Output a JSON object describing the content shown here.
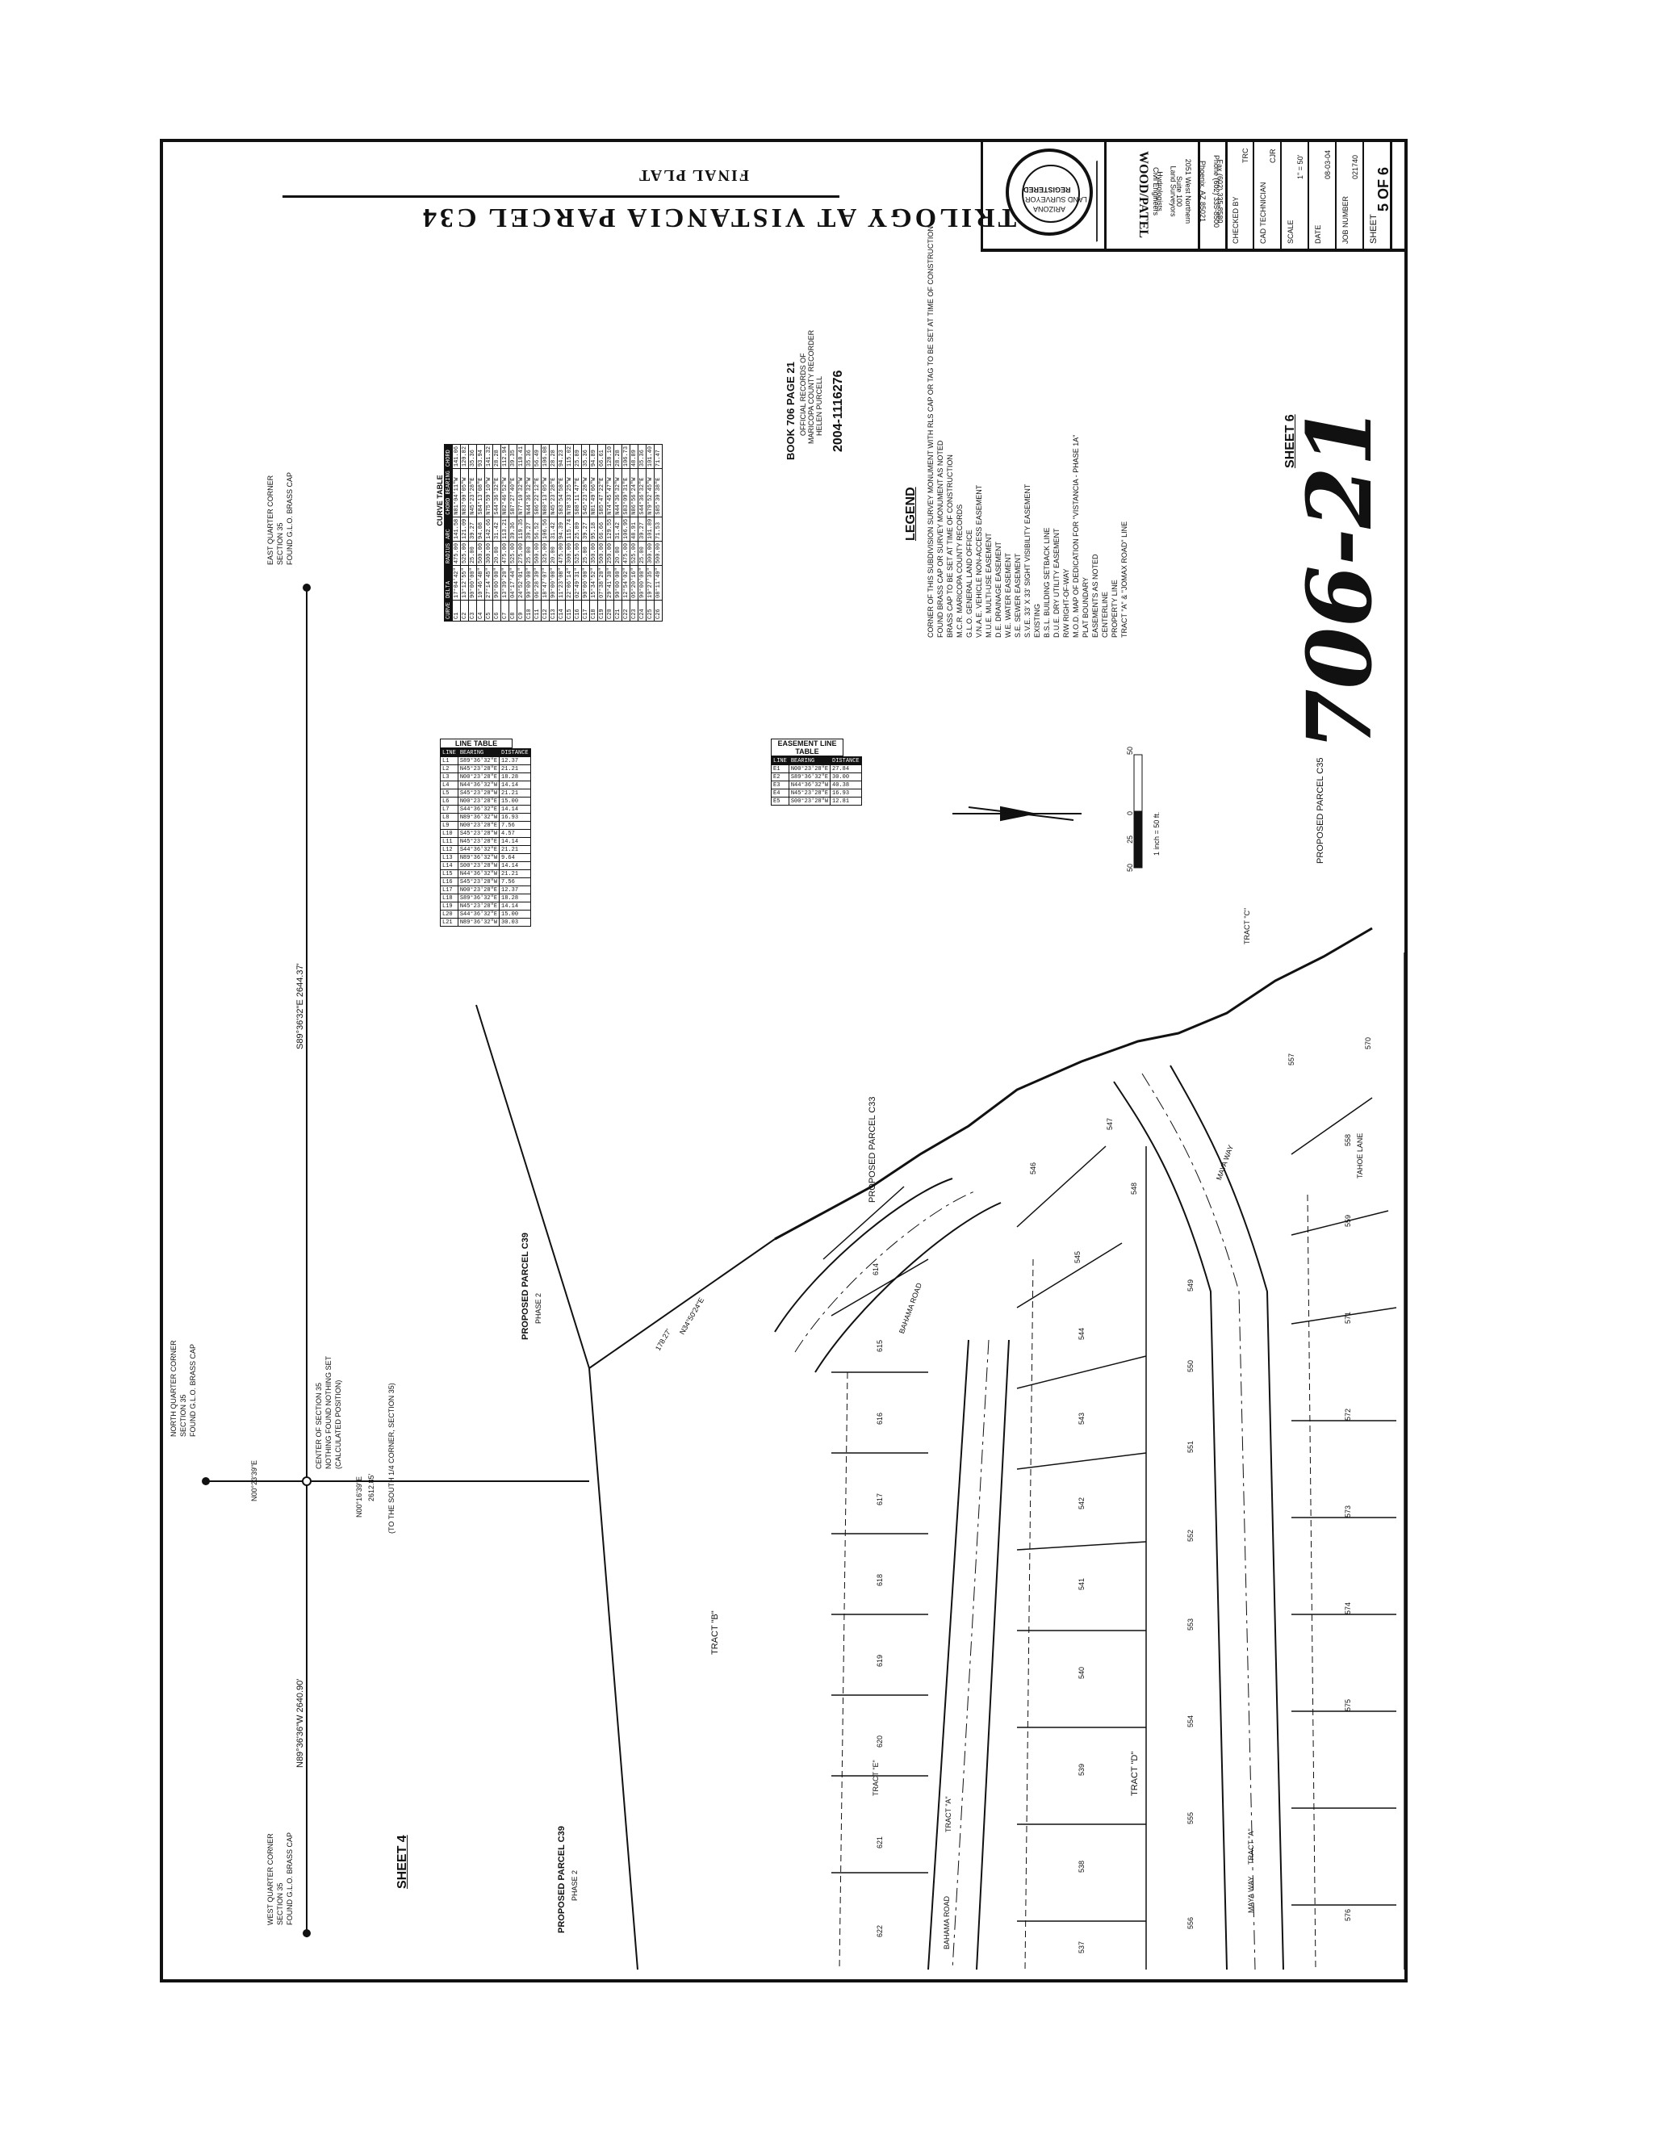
{
  "plat": {
    "title": "TRILOGY AT VISTANCIA PARCEL C34",
    "subtitle": "FINAL PLAT",
    "handwritten": "706-21"
  },
  "recording": {
    "book_page": "BOOK 706   PAGE 21",
    "records_line1": "OFFICIAL RECORDS OF",
    "records_line2": "MARICOPA COUNTY RECORDER",
    "records_line3": "HELEN PURCELL",
    "doc_number": "2004-1116276"
  },
  "title_block": {
    "firm": "WOOD/PATEL",
    "firm_lines": [
      "Civil Engineers",
      "Hydrologists",
      "Land Surveyors",
      "2051 West Northern",
      "Suite 100",
      "Phoenix, AZ 85021",
      "Phone (602) 335-8500",
      "Fax (602) 335-8580"
    ],
    "fields": [
      {
        "label": "CHECKED BY",
        "value": "TRC"
      },
      {
        "label": "CAD TECHNICIAN",
        "value": "CJR"
      },
      {
        "label": "SCALE",
        "value": "1\" = 50'"
      },
      {
        "label": "DATE",
        "value": "08-03-04"
      },
      {
        "label": "JOB NUMBER",
        "value": "021740"
      },
      {
        "label": "SHEET",
        "value": "5  OF  6"
      }
    ],
    "seal": [
      "REGISTERED",
      "LAND SURVEYOR",
      "ARIZONA"
    ]
  },
  "legend": {
    "heading": "LEGEND",
    "items": [
      "CORNER OF THIS SUBDIVISION SURVEY MONUMENT WITH RLS CAP OR TAG TO BE SET AT TIME OF CONSTRUCTION",
      "FOUND BRASS CAP OR SURVEY MONUMENT AS NOTED",
      "BRASS CAP TO BE SET AT TIME OF CONSTRUCTION",
      "M.C.R.   MARICOPA COUNTY RECORDS",
      "G.L.O.   GENERAL LAND OFFICE",
      "V.N.A.E.   VEHICLE NON-ACCESS EASEMENT",
      "M.U.E.   MULTI-USE EASEMENT",
      "D.E.   DRAINAGE EASEMENT",
      "W.E.   WATER EASEMENT",
      "S.E.   SEWER EASEMENT",
      "S.V.E.   33' X 33' SIGHT VISIBILITY EASEMENT",
      "EXISTING",
      "B.S.L.   BUILDING SETBACK LINE",
      "D.U.E.   DRY UTILITY EASEMENT",
      "R/W   RIGHT-OF-WAY",
      "M.O.D.   MAP OF DEDICATION FOR \"VISTANCIA - PHASE 1A\"",
      "PLAT BOUNDARY",
      "EASEMENTS AS NOTED",
      "CENTERLINE",
      "PROPERTY LINE",
      "TRACT \"A\" & \"JOMAX ROAD\" LINE"
    ]
  },
  "scale_bar": {
    "ticks": [
      "50",
      "0",
      "25",
      "50"
    ],
    "caption": "1 inch = 50 ft."
  },
  "sheet_refs": {
    "right": "SHEET 6",
    "left": "SHEET 4"
  },
  "corners": {
    "east": [
      "EAST QUARTER CORNER",
      "SECTION 35",
      "FOUND G.L.O. BRASS CAP"
    ],
    "north": [
      "NORTH QUARTER CORNER",
      "SECTION 35",
      "FOUND G.L.O. BRASS CAP"
    ],
    "center": [
      "CENTER OF SECTION 35",
      "NOTHING FOUND NOTHING SET",
      "(CALCULATED POSITION)"
    ],
    "west": [
      "WEST QUARTER CORNER",
      "SECTION 35",
      "FOUND G.L.O. BRASS CAP"
    ]
  },
  "boundary_labels": {
    "east_line": "S89°36'32\"E  2644.37'",
    "west_line": "N89°36'36\"W  2640.90'",
    "north_tie": "N00°23'39\"E",
    "south_tie": "N00°16'39\"E",
    "south_tie_dist": "2612.85'",
    "to_south": "(TO THE SOUTH 1/4 CORNER, SECTION 35)",
    "diag_bearing": "N34°50'24\"E",
    "diag_dist": "178.27'"
  },
  "parcels": {
    "c33": "PROPOSED PARCEL C33",
    "c39a": "PROPOSED PARCEL C39",
    "c39a_phase": "PHASE 2",
    "c39b": "PROPOSED PARCEL C39",
    "c39b_phase": "PHASE 2",
    "c35": "PROPOSED PARCEL C35"
  },
  "tracts": [
    "TRACT \"B\"",
    "TRACT \"A\"",
    "TRACT \"E\"",
    "TRACT \"D\"",
    "TRACT \"C\"",
    "TRACT \"A\""
  ],
  "streets": [
    "BAHAMA ROAD",
    "MAYA WAY",
    "TAHOE LANE"
  ],
  "lots": [
    "614",
    "615",
    "616",
    "617",
    "618",
    "619",
    "620",
    "621",
    "622",
    "545",
    "544",
    "543",
    "542",
    "541",
    "540",
    "539",
    "538",
    "537",
    "546",
    "547",
    "548",
    "549",
    "550",
    "551",
    "552",
    "553",
    "554",
    "555",
    "556",
    "557",
    "558",
    "559",
    "570",
    "571",
    "572",
    "573",
    "574",
    "575",
    "576"
  ],
  "line_table": {
    "heading": "LINE TABLE",
    "cols": [
      "LINE",
      "BEARING",
      "DISTANCE"
    ],
    "rows": [
      [
        "L1",
        "S89°36'32\"E",
        "12.37"
      ],
      [
        "L2",
        "N45°23'28\"E",
        "21.21"
      ],
      [
        "L3",
        "N00°23'28\"E",
        "18.28"
      ],
      [
        "L4",
        "N44°36'32\"W",
        "14.14"
      ],
      [
        "L5",
        "S45°23'28\"W",
        "21.21"
      ],
      [
        "L6",
        "N00°23'28\"E",
        "15.00"
      ],
      [
        "L7",
        "S44°36'32\"E",
        "14.14"
      ],
      [
        "L8",
        "N89°36'32\"W",
        "16.93"
      ],
      [
        "L9",
        "N00°23'28\"E",
        "7.56"
      ],
      [
        "L10",
        "S45°23'28\"W",
        "4.57"
      ],
      [
        "L11",
        "N45°23'28\"E",
        "14.14"
      ],
      [
        "L12",
        "S44°36'32\"E",
        "21.21"
      ],
      [
        "L13",
        "N89°36'32\"W",
        "9.64"
      ],
      [
        "L14",
        "S00°23'28\"W",
        "14.14"
      ],
      [
        "L15",
        "N44°36'32\"W",
        "21.21"
      ],
      [
        "L16",
        "S45°23'28\"W",
        "7.56"
      ],
      [
        "L17",
        "N00°23'28\"E",
        "12.37"
      ],
      [
        "L18",
        "S89°36'32\"E",
        "18.28"
      ],
      [
        "L19",
        "N45°23'28\"E",
        "14.14"
      ],
      [
        "L20",
        "S44°36'32\"E",
        "15.00"
      ],
      [
        "L21",
        "N89°36'32\"W",
        "30.03"
      ]
    ]
  },
  "easement_table": {
    "heading": "EASEMENT LINE TABLE",
    "cols": [
      "LINE",
      "BEARING",
      "DISTANCE"
    ],
    "rows": [
      [
        "E1",
        "N00°23'28\"E",
        "27.84"
      ],
      [
        "E2",
        "S89°36'32\"E",
        "30.00"
      ],
      [
        "E3",
        "N44°36'32\"W",
        "40.38"
      ],
      [
        "E4",
        "N45°23'28\"E",
        "16.93"
      ],
      [
        "E5",
        "S00°23'28\"W",
        "12.81"
      ]
    ]
  },
  "curve_table": {
    "heading": "CURVE TABLE",
    "cols": [
      "CURVE",
      "DELTA",
      "RADIUS",
      "ARC",
      "CHORD BEARING",
      "CHORD"
    ],
    "rows": [
      [
        "C1",
        "17°04'42\"",
        "475.00",
        "141.58",
        "N81°04'11\"W",
        "141.06"
      ],
      [
        "C2",
        "13°12'55\"",
        "525.00",
        "121.09",
        "N83°00'05\"W",
        "120.82"
      ],
      [
        "C3",
        "90°00'00\"",
        "25.00",
        "39.27",
        "N45°23'28\"E",
        "35.36"
      ],
      [
        "C4",
        "10°46'48\"",
        "500.00",
        "94.08",
        "S84°13'08\"E",
        "93.94"
      ],
      [
        "C5",
        "27°14'45\"",
        "300.00",
        "142.66",
        "N75°59'10\"W",
        "141.32"
      ],
      [
        "C6",
        "90°00'00\"",
        "20.00",
        "31.42",
        "S44°36'32\"E",
        "28.28"
      ],
      [
        "C7",
        "13°39'20\"",
        "475.00",
        "113.21",
        "N82°46'52\"W",
        "112.94"
      ],
      [
        "C8",
        "04°17'44\"",
        "525.00",
        "39.36",
        "S87°27'40\"E",
        "39.35"
      ],
      [
        "C9",
        "24°52'01\"",
        "275.00",
        "119.35",
        "N77°10'32\"W",
        "118.41"
      ],
      [
        "C10",
        "90°00'00\"",
        "25.00",
        "39.27",
        "N44°36'32\"W",
        "35.36"
      ],
      [
        "C11",
        "06°28'39\"",
        "500.00",
        "56.52",
        "S86°22'12\"E",
        "56.49"
      ],
      [
        "C12",
        "18°47'07\"",
        "325.00",
        "106.56",
        "N80°13'05\"W",
        "106.08"
      ],
      [
        "C13",
        "90°00'00\"",
        "20.00",
        "31.42",
        "N45°23'28\"E",
        "28.28"
      ],
      [
        "C14",
        "11°23'08\"",
        "475.00",
        "94.39",
        "S83°54'58\"E",
        "94.23"
      ],
      [
        "C15",
        "22°06'14\"",
        "300.00",
        "115.74",
        "N78°33'25\"W",
        "115.02"
      ],
      [
        "C16",
        "02°49'31\"",
        "525.00",
        "25.89",
        "S88°11'47\"E",
        "25.89"
      ],
      [
        "C17",
        "90°00'00\"",
        "25.00",
        "39.27",
        "S45°23'28\"W",
        "35.36"
      ],
      [
        "C18",
        "15°34'52\"",
        "350.00",
        "95.18",
        "N81°49'06\"W",
        "94.89"
      ],
      [
        "C19",
        "07°38'20\"",
        "500.00",
        "66.66",
        "S85°47'22\"E",
        "66.61"
      ],
      [
        "C20",
        "29°41'30\"",
        "250.00",
        "129.55",
        "N74°45'47\"W",
        "128.10"
      ],
      [
        "C21",
        "90°00'00\"",
        "20.00",
        "31.42",
        "N44°36'32\"W",
        "28.28"
      ],
      [
        "C22",
        "12°54'02\"",
        "475.00",
        "106.95",
        "S83°09'31\"E",
        "106.73"
      ],
      [
        "C23",
        "05°20'16\"",
        "525.00",
        "48.91",
        "N86°56'24\"W",
        "48.89"
      ],
      [
        "C24",
        "90°00'00\"",
        "25.00",
        "39.27",
        "S44°36'32\"E",
        "35.36"
      ],
      [
        "C25",
        "19°27'35\"",
        "300.00",
        "101.89",
        "N79°52'45\"W",
        "101.40"
      ],
      [
        "C26",
        "08°11'49\"",
        "500.00",
        "71.53",
        "S85°30'38\"E",
        "71.47"
      ]
    ]
  }
}
